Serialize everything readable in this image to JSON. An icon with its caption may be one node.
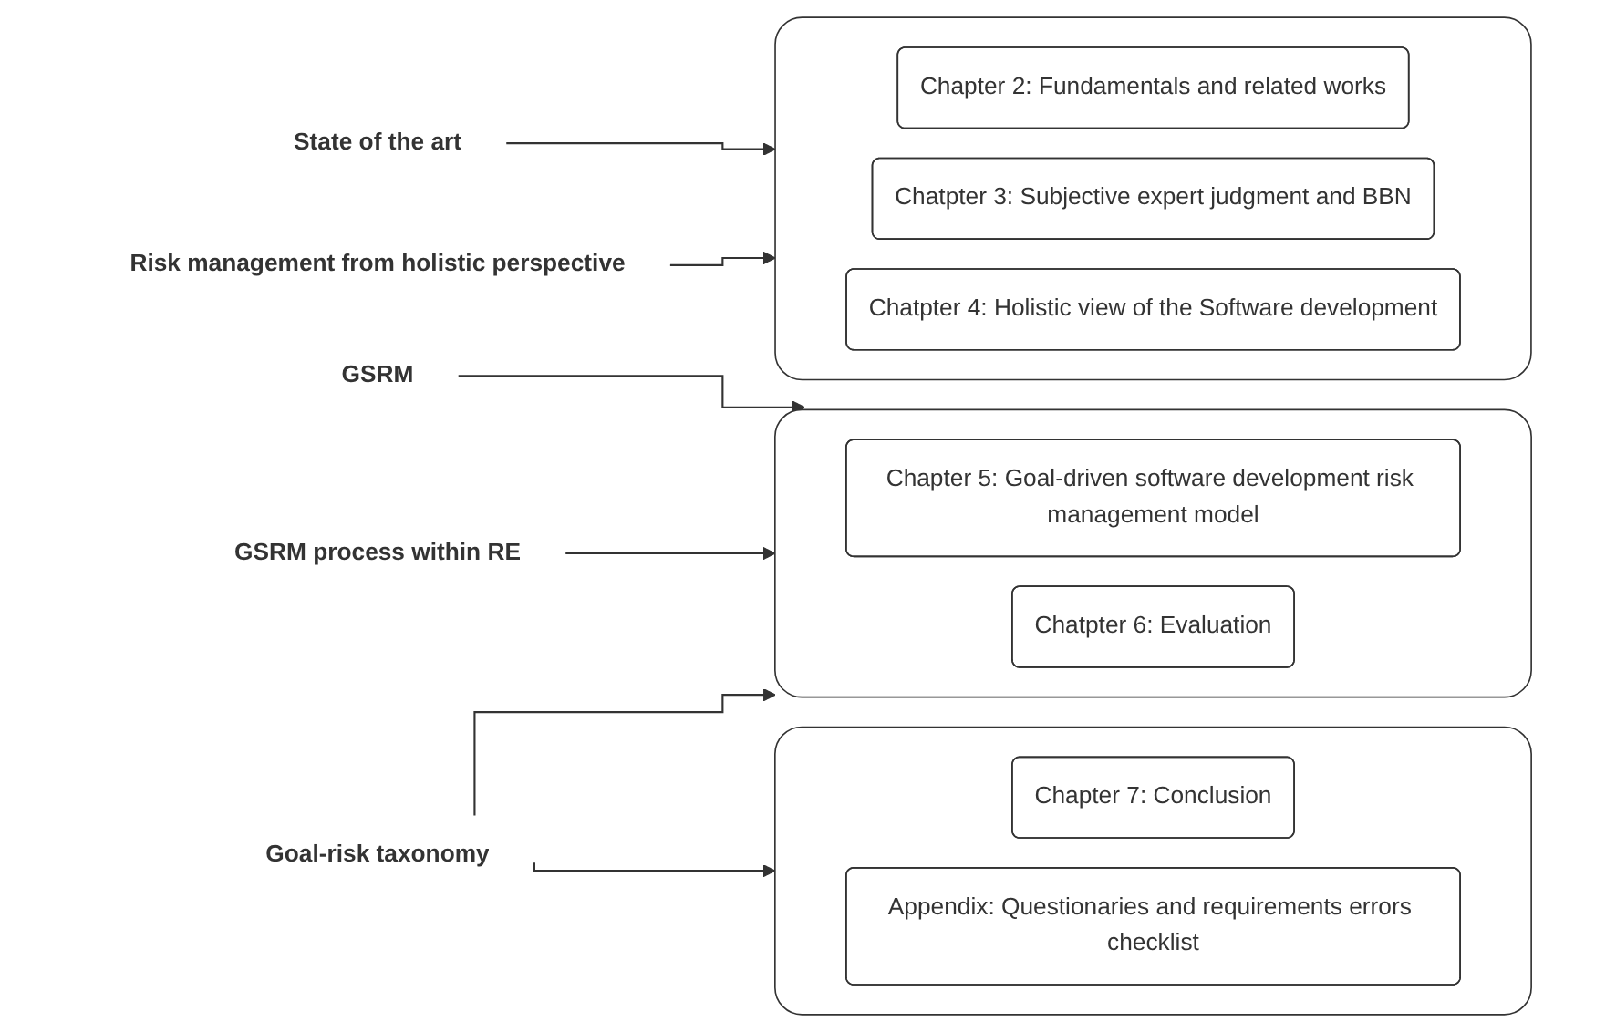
{
  "diagram": {
    "nodes": [
      {
        "text": [
          "State of the art"
        ]
      },
      {
        "text": [
          "Risk management from holistic perspective"
        ]
      },
      {
        "text": [
          "GSRM"
        ]
      },
      {
        "text": [
          "GSRM process within RE"
        ]
      },
      {
        "text": [
          "Goal-risk taxonomy"
        ]
      },
      {
        "text": [],
        "shape": "box"
      },
      {
        "text": [
          "Chapter 2: Fundamentals and related works"
        ],
        "in": 5
      },
      {
        "text": [
          "Chatpter 3: Subjective expert judgment and BBN"
        ],
        "in": 5
      },
      {
        "text": [
          "Chatpter 4: Holistic view of the Software development"
        ],
        "in": 5
      },
      {
        "text": [],
        "shape": "box"
      },
      {
        "text": [
          "Chapter 5: Goal-driven software development risk management model"
        ],
        "in": 9
      },
      {
        "text": [
          "Chatpter 6: Evaluation"
        ],
        "in": 9
      },
      {
        "text": [],
        "shape": "box"
      },
      {
        "text": [
          "Chapter 7: Conclusion"
        ],
        "in": 12
      },
      {
        "text": [
          "Appendix: Questionaries and requirements errors checklist"
        ],
        "in": 12
      }
    ],
    "edges": [
      {
        "from": 0,
        "to": 5,
        "arrow": "to"
      },
      {
        "from": 1,
        "to": 5,
        "arrow": "to"
      },
      {
        "from": 2,
        "to": 9,
        "arrow": "to"
      },
      {
        "from": 3,
        "to": 9,
        "arrow": "to"
      },
      {
        "from": 4,
        "to": 9,
        "arrow": "to"
      },
      {
        "from": 4,
        "to": 12,
        "arrow": "to"
      }
    ]
  }
}
